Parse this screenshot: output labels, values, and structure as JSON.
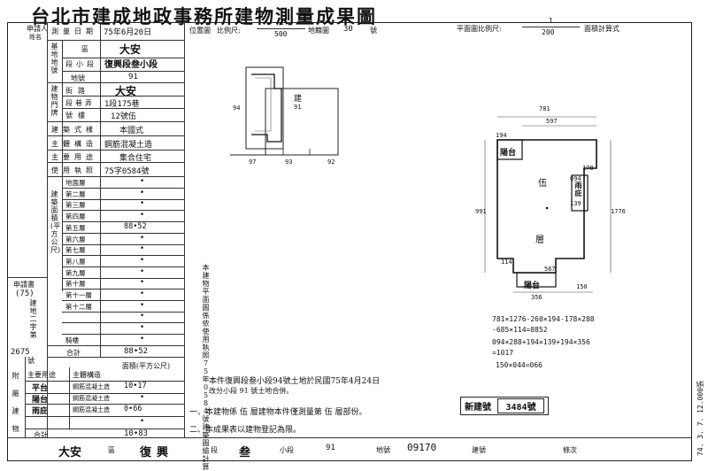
{
  "header": {
    "title": "台北市建成地政事務所建物測量成果圖",
    "applicant_label": "申請人",
    "applicant_sign_label": "姓名",
    "location_map_label": "位置圖",
    "location_scale_label": "比例尺:",
    "location_scale_num": "1",
    "location_scale_den": "500",
    "location_lot_label": "地籍圖",
    "location_lot_num": "30",
    "location_lot_suffix": "號",
    "plan_scale_label": "平面圖比例尺:",
    "plan_scale_num": "1",
    "plan_scale_den": "200",
    "plan_area_note": "面積計算式"
  },
  "survey": {
    "date_label": "測量日期",
    "date_value": "75年6月20日"
  },
  "land": {
    "group_label": "基地地號",
    "district_label": "區",
    "district_value": "大安",
    "section_label": "段小段",
    "section_value": "復興段叁小段",
    "lot_label": "地號",
    "lot_value": "91"
  },
  "address": {
    "group_label": "建物門牌",
    "street_label": "街路",
    "street_value": "大安",
    "lane_label": "段巷弄",
    "lane_value": "1段175巷",
    "number_label": "號樓",
    "number_value": "12號伍"
  },
  "building": {
    "style_label": "建築式樣",
    "style_value": "本國式",
    "structure_label": "主體構造",
    "structure_value": "鋼筋混凝土造",
    "use_label": "主要用途",
    "use_value": "集合住宅",
    "license_label": "使用執照",
    "license_value": "75字0584號"
  },
  "floors": {
    "group_label": "建築面積(平方公尺)",
    "rows": [
      {
        "label": "地面層",
        "value": "•"
      },
      {
        "label": "第二層",
        "value": "•"
      },
      {
        "label": "第三層",
        "value": "•"
      },
      {
        "label": "第四層",
        "value": "•"
      },
      {
        "label": "第五層",
        "value": "88•52"
      },
      {
        "label": "第六層",
        "value": "•"
      },
      {
        "label": "第七層",
        "value": "•"
      },
      {
        "label": "第八層",
        "value": "•"
      },
      {
        "label": "第九層",
        "value": "•"
      },
      {
        "label": "第十層",
        "value": "•"
      },
      {
        "label": "第十一層",
        "value": "•"
      },
      {
        "label": "第十二層",
        "value": "•"
      },
      {
        "label": "",
        "value": "•"
      },
      {
        "label": "",
        "value": "•"
      },
      {
        "label": "騎樓",
        "value": "•"
      }
    ],
    "total_label": "合計",
    "total_value": "88•52"
  },
  "application": {
    "label": "申請書",
    "year": "(75)",
    "type": "建地二字第",
    "number": "2675",
    "suffix": "號"
  },
  "annex": {
    "group_label": "附屬建物",
    "use_header": "主要用途",
    "structure_header": "主體構造",
    "area_header": "面積(平方公尺)",
    "rows": [
      {
        "use": "平台",
        "structure": "鋼筋混凝土造",
        "area": "10•17"
      },
      {
        "use": "陽台",
        "structure": "鋼筋混凝土造",
        "area": "•"
      },
      {
        "use": "雨庇",
        "structure": "鋼筋混凝土造",
        "area": "0•66"
      },
      {
        "use": "",
        "structure": "",
        "area": "•"
      }
    ],
    "total_label": "合計",
    "total_value": "10•83"
  },
  "side_note": {
    "text": "本建物平面圖係依使用執照75年0584號建築圖繪計算"
  },
  "location_map": {
    "building_label": "建",
    "lot_center": "91",
    "lot_left": "94",
    "lot_bottom": [
      "97",
      "93",
      "92"
    ]
  },
  "floor_plan": {
    "label_wu": "伍",
    "label_ceng": "層",
    "label_balcony_top": "陽台",
    "label_balcony_bottom": "陽台",
    "label_canopy": "雨庇",
    "dims": {
      "top": "781",
      "inner_top": "597",
      "left": "991",
      "right": "1776",
      "b1": "194",
      "b2": "178",
      "b3": "567",
      "b4": "114",
      "b5": "356",
      "b6": "150",
      "b7": "094",
      "b8": "139"
    }
  },
  "formulas": {
    "line1": "781×1276-260×194-178×288",
    "line2": "-685×114=8852",
    "line3": "094×288+194×139+194×356",
    "line4": "=1017",
    "line5": "150×044=066"
  },
  "notes": {
    "origin": "本件復興段叁小段94號土地於民國75年4月24日",
    "origin2": "改分小段 91 號土地合併。",
    "note1": "一、本建物係 伍 層建物本件僅測量第 伍 層部份。",
    "note2": "二、本成果表以建物登記為限。",
    "stamp_label": "新建號",
    "stamp_value": "3484號"
  },
  "footer": {
    "district": "大安",
    "district_suffix": "區",
    "section": "復興",
    "section_suffix": "段",
    "subsection": "叁",
    "subsection_suffix": "小段",
    "lot": "91",
    "lot_suffix": "地號",
    "building_no": "09170",
    "building_suffix": "建號",
    "copy_label": "條次"
  },
  "margin": {
    "print_code": "74. 3. 7. 12.000張"
  }
}
